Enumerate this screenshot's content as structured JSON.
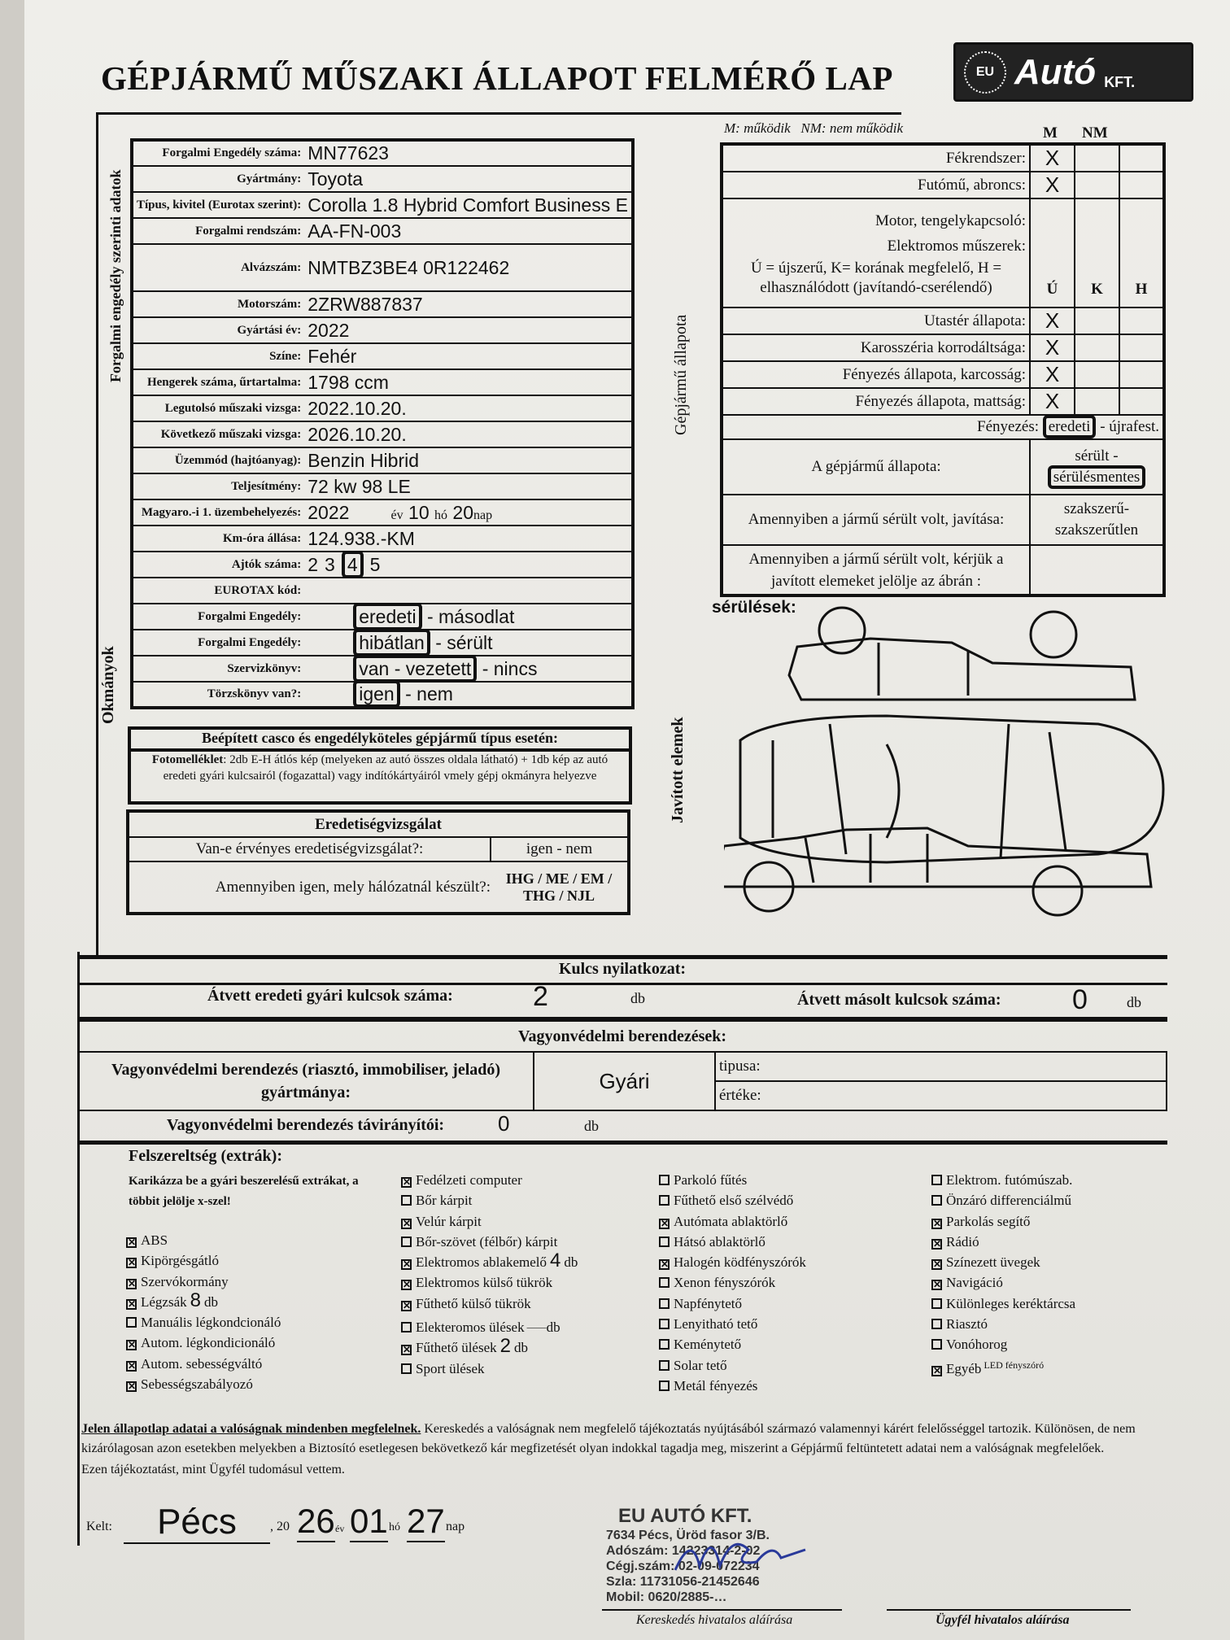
{
  "title": "GÉPJÁRMŰ MŰSZAKI ÁLLAPOT FELMÉRŐ LAP",
  "logo": {
    "eu": "EU",
    "brand": "Autó",
    "kft": "KFT."
  },
  "side_labels": {
    "forgalmi": "Forgalmi engedély szerinti adatok",
    "okmanyok": "Okmányok",
    "allapota": "Gépjármű állapota",
    "javitott": "Javított elemek"
  },
  "vehicle": [
    {
      "label": "Forgalmi Engedély száma:",
      "value": "MN77623"
    },
    {
      "label": "Gyártmány:",
      "value": "Toyota"
    },
    {
      "label": "Típus, kivitel (Eurotax szerint):",
      "value": "Corolla 1.8 Hybrid Comfort Business E"
    },
    {
      "label": "Forgalmi rendszám:",
      "value": "AA-FN-003"
    },
    {
      "label": "Alvázszám:",
      "value": "NMTBZ3BE4 0R122462"
    },
    {
      "label": "Motorszám:",
      "value": "2ZRW887837"
    },
    {
      "label": "Gyártási év:",
      "value": "2022"
    },
    {
      "label": "Színe:",
      "value": "Fehér"
    },
    {
      "label": "Hengerek száma, űrtartalma:",
      "value": "1798 ccm"
    },
    {
      "label": "Legutolsó műszaki vizsga:",
      "value": "2022.10.20."
    },
    {
      "label": "Következő műszaki vizsga:",
      "value": "2026.10.20."
    },
    {
      "label": "Üzemmód (hajtóanyag):",
      "value": "Benzin Hibrid"
    },
    {
      "label": "Teljesítmény:",
      "value": "72 kw 98 LE"
    }
  ],
  "first_reg": {
    "label": "Magyaro.-i 1. üzembehelyezés:",
    "year": "2022",
    "ev": "év",
    "month": "10",
    "ho": "hó",
    "day": "20",
    "nap": "nap"
  },
  "km": {
    "label": "Km-óra állása:",
    "value": "124.938.-KM"
  },
  "doors": {
    "label": "Ajtók száma:",
    "options": [
      "2",
      "3",
      "4",
      "5"
    ],
    "selected": "4"
  },
  "eurotax": {
    "label": "EUROTAX kód:"
  },
  "docs": [
    {
      "label": "Forgalmi Engedély:",
      "options": [
        "eredeti",
        "másodlat"
      ],
      "selected": "eredeti"
    },
    {
      "label": "Forgalmi Engedély:",
      "options": [
        "hibátlan",
        "sérült"
      ],
      "selected": "hibátlan"
    },
    {
      "label": "Szervizkönyv:",
      "options": [
        "van - vezetett",
        "nincs"
      ],
      "selected": "van - vezetett"
    },
    {
      "label": "Törzskönyv van?:",
      "options": [
        "igen",
        "nem"
      ],
      "selected": "igen"
    }
  ],
  "casco": {
    "title": "Beépített casco és engedélyköteles gépjármű típus esetén:",
    "text_bold": "Fotomelléklet",
    "text": ": 2db E-H átlós kép (melyeken az autó összes oldala látható) + 1db kép az autó eredeti gyári kulcsairól (fogazattal) vagy indítókártyáiról vmely gépj okmányra helyezve"
  },
  "eredetiseg": {
    "title": "Eredetiségvizsgálat",
    "q1": "Van-e érvényes eredetiségvizsgálat?:",
    "a1": "igen - nem",
    "q2": "Amennyiben igen, mely hálózatnál készült?:",
    "a2": "IHG / ME / EM / THG / NJL"
  },
  "condition": {
    "legend": "M: működik   NM: nem működik",
    "col_m": "M",
    "col_nm": "NM",
    "rows_m": [
      {
        "label": "Fékrendszer:",
        "m": "X"
      },
      {
        "label": "Futómű, abroncs:",
        "m": "X"
      }
    ],
    "motor": "Motor, tengelykapcsoló:",
    "elektromos": "Elektromos műszerek:",
    "uhk_legend": "Ú = újszerű, K= korának megfelelő, H = elhasználódott (javítandó-cserélendő)",
    "col_u": "Ú",
    "col_k": "K",
    "col_h": "H",
    "rows_u": [
      {
        "label": "Utastér állapota:",
        "u": "X"
      },
      {
        "label": "Karosszéria korrodáltsága:",
        "u": "X"
      },
      {
        "label": "Fényezés állapota, karcosság:",
        "u": "X"
      },
      {
        "label": "Fényezés állapota, mattság:",
        "u": "X"
      }
    ],
    "fenyezes": {
      "label": "Fényezés:",
      "opt1": "eredeti",
      "sep": " - ",
      "opt2": "újrafest."
    },
    "allapot": {
      "label": "A gépjármű állapota:",
      "opt1": "sérült -",
      "opt2": "sérülésmentes"
    },
    "javitas": {
      "label": "Amennyiben a jármű sérült volt, javítása:",
      "opt1": "szakszerű-",
      "opt2": "szakszerűtlen"
    },
    "jelolje": "Amennyiben a jármű sérült volt, kérjük a javított elemeket jelölje az ábrán :"
  },
  "damage_label": "sérülések:",
  "keys": {
    "title": "Kulcs nyilatkozat:",
    "orig_label": "Átvett eredeti gyári kulcsok száma:",
    "orig": "2",
    "db": "db",
    "copy_label": "Átvett másolt kulcsok száma:",
    "copy": "0"
  },
  "security": {
    "title": "Vagyonvédelmi berendezések:",
    "make_label": "Vagyonvédelmi berendezés (riasztó, immobiliser, jeladó) gyártmánya:",
    "make": "Gyári",
    "type_label": "tipusa:",
    "value_label": "értéke:",
    "remote_label": "Vagyonvédelmi berendezés távirányítói:",
    "remote": "0",
    "db": "db"
  },
  "extras": {
    "title": "Felszereltség (extrák):",
    "instr": "Karikázza be a gyári beszerelésű extrákat, a többit jelölje x-szel!",
    "col1": [
      {
        "t": "ABS",
        "c": true
      },
      {
        "t": "Kipörgésgátló",
        "c": true
      },
      {
        "t": "Szervókormány",
        "c": true
      },
      {
        "t": "Légzsák",
        "c": true,
        "n": "8",
        "u": "db"
      },
      {
        "t": "Manuális légkondcionáló",
        "c": false
      },
      {
        "t": "Autom. légkondicionáló",
        "c": true
      },
      {
        "t": "Autom. sebességváltó",
        "c": true
      },
      {
        "t": "Sebességszabályozó",
        "c": true
      }
    ],
    "col2": [
      {
        "t": "Fedélzeti computer",
        "c": true
      },
      {
        "t": "Bőr kárpit",
        "c": false
      },
      {
        "t": "Velúr kárpit",
        "c": true
      },
      {
        "t": "Bőr-szövet (félbőr) kárpit",
        "c": false
      },
      {
        "t": "Elektromos ablakemelő",
        "c": true,
        "n": "4",
        "u": "db"
      },
      {
        "t": "Elektromos külső tükrök",
        "c": true
      },
      {
        "t": "Fűthető külső tükrök",
        "c": true
      },
      {
        "t": "Elekteromos ülések",
        "c": false,
        "n": "____",
        "u": "db"
      },
      {
        "t": "Fűthető ülések",
        "c": true,
        "n": "2",
        "u": "db"
      },
      {
        "t": "Sport ülések",
        "c": false
      }
    ],
    "col3": [
      {
        "t": "Parkoló fűtés",
        "c": false
      },
      {
        "t": "Fűthető első szélvédő",
        "c": false
      },
      {
        "t": "Autómata ablaktörlő",
        "c": true
      },
      {
        "t": "Hátsó ablaktörlő",
        "c": false
      },
      {
        "t": "Halogén ködfényszórók",
        "c": true
      },
      {
        "t": "Xenon fényszórók",
        "c": false
      },
      {
        "t": "Napfénytető",
        "c": false
      },
      {
        "t": "Lenyitható tető",
        "c": false
      },
      {
        "t": "Keménytető",
        "c": false
      },
      {
        "t": "Solar tető",
        "c": false
      },
      {
        "t": "Metál fényezés",
        "c": false
      }
    ],
    "col4": [
      {
        "t": "Elektrom. futómúszab.",
        "c": false
      },
      {
        "t": "Önzáró differenciálmű",
        "c": false
      },
      {
        "t": "Parkolás segítő",
        "c": true
      },
      {
        "t": "Rádió",
        "c": true
      },
      {
        "t": "Színezett üvegek",
        "c": true
      },
      {
        "t": "Navigáció",
        "c": true
      },
      {
        "t": "Különleges keréktárcsa",
        "c": false
      },
      {
        "t": "Riasztó",
        "c": false
      },
      {
        "t": "Vonóhorog",
        "c": false
      },
      {
        "t": "Egyéb",
        "c": true,
        "n": "LED fényszóró",
        "u": ""
      }
    ]
  },
  "footer": {
    "bold": "Jelen állapotlap adatai a valóságnak mindenben megfelelnek.",
    "text": " Kereskedés a valóságnak nem megfelelő tájékoztatás nyújtásából származó valamennyi kárért felelősséggel tartozik. Különösen, de nem kizárólagosan azon esetekben melyekben a Biztosító esetlegesen bekövetkező kár megfizetését olyan indokkal tagadja meg, miszerint a Gépjármű feltüntetett adatai nem a valóságnak megfelelőek.",
    "ack": "Ezen tájékoztatást, mint Ügyfél tudomásul vettem.",
    "kelt": "Kelt:",
    "place": "Pécs",
    "y20": ", 20",
    "year": "26",
    "ev": "év",
    "month": "01",
    "ho": "hó",
    "day": "27",
    "nap": "nap",
    "sig_dealer": "Kereskedés hivatalos aláírása",
    "sig_client": "Ügyfél hivatalos aláírása"
  },
  "stamp": {
    "name": "EU AUTÓ KFT.",
    "addr": "7634 Pécs, Üröd fasor 3/B.",
    "tax": "Adószám: 14223314-2-02",
    "reg": "Cégj.szám: 02-09-072234",
    "acct": "Szla: 11731056-21452646",
    "mobil": "Mobil: 0620/2885-…"
  }
}
